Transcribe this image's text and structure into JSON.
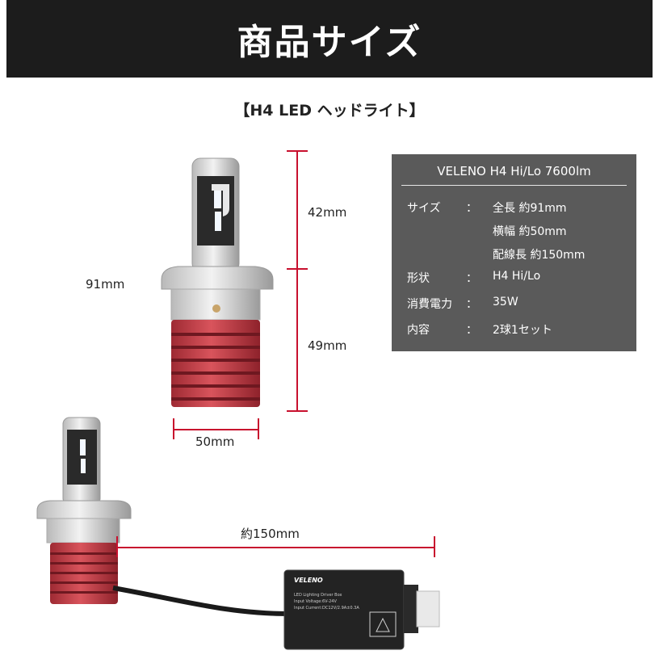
{
  "banner": {
    "title": "商品サイズ"
  },
  "subtitle": "【H4 LED ヘッドライト】",
  "dimensions": {
    "height_total": "91mm",
    "height_top": "42mm",
    "height_bottom": "49mm",
    "width": "50mm",
    "cable_length": "約150mm"
  },
  "spec": {
    "title": "VELENO H4 Hi/Lo 7600lm",
    "size_label": "サイズ",
    "colon": "：",
    "size_values": [
      "全長 約91mm",
      "横幅 約50mm",
      "配線長 約150mm"
    ],
    "shape_label": "形状",
    "shape_value": "H4 Hi/Lo",
    "power_label": "消費電力",
    "power_value": "35W",
    "contents_label": "内容",
    "contents_value": "2球1セット"
  },
  "driver_box": {
    "brand": "VELENO",
    "line1": "LED Lighting Driver Box",
    "line2": "Input Voltage:6V-24V",
    "line3": "Input Current:DC12V/2.9A±0.3A"
  },
  "colors": {
    "banner_bg": "#1c1c1c",
    "accent_red": "#c8102e",
    "spec_bg": "#5a5a5a",
    "heatsink": "#c13a44"
  }
}
